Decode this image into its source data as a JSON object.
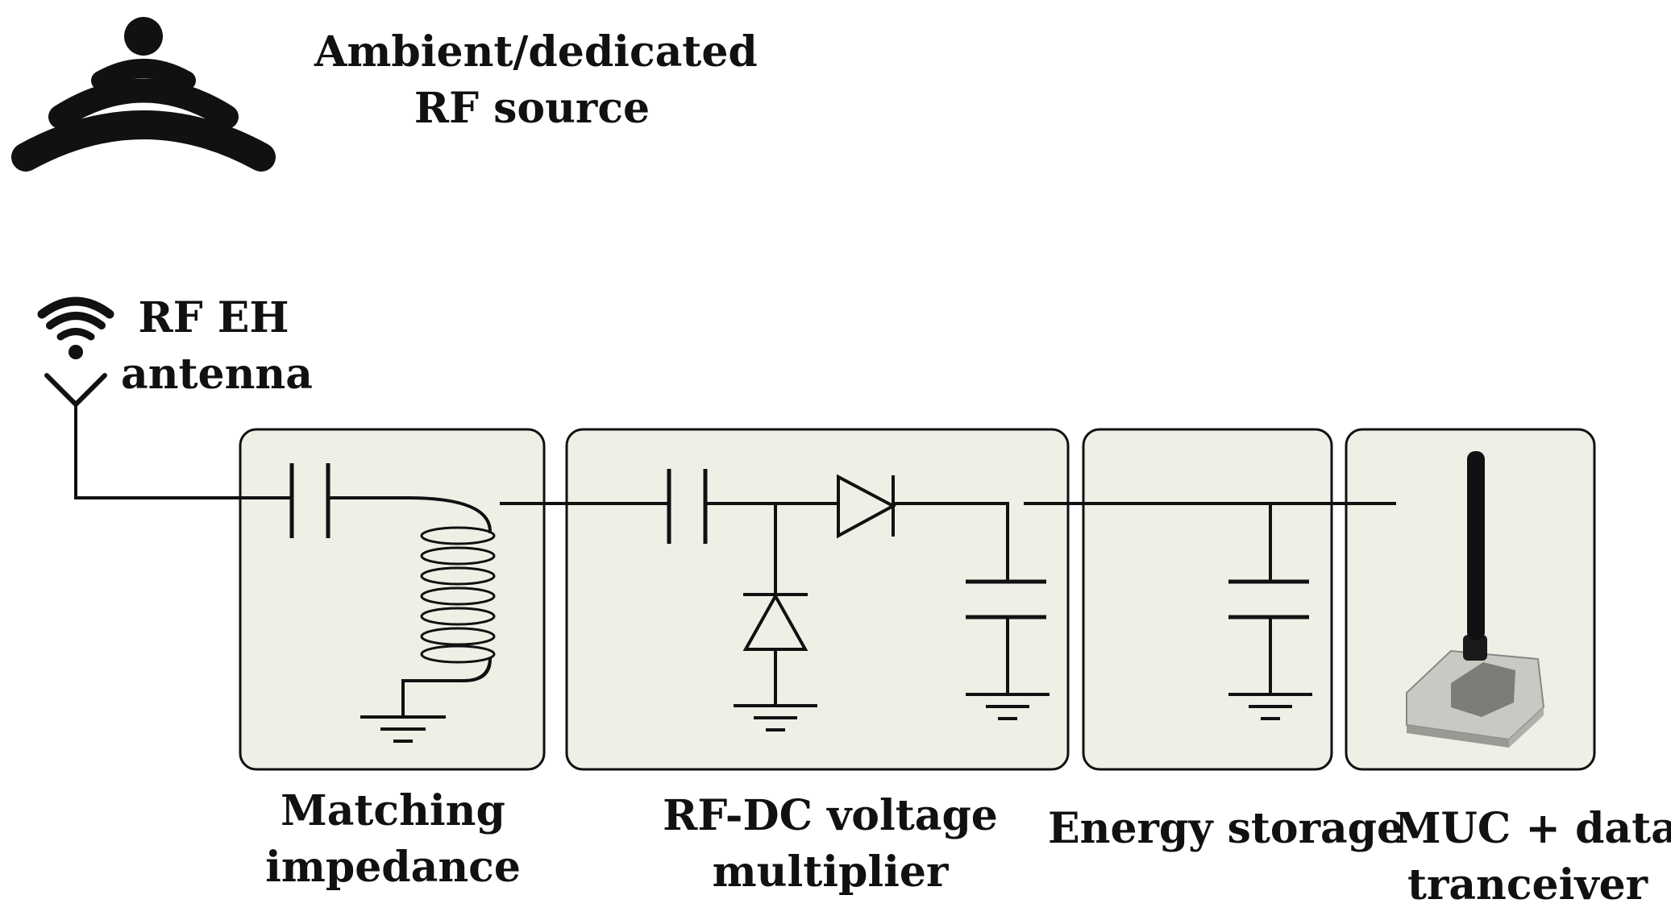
{
  "source": {
    "icon": "wifi-signal-icon",
    "label_line1": "Ambient/dedicated",
    "label_line2": "RF source"
  },
  "antenna": {
    "icon": "antenna-icon",
    "label_line1": "RF EH",
    "label_line2": "antenna"
  },
  "blocks": [
    {
      "id": "matching",
      "label_line1": "Matching",
      "label_line2": "impedance"
    },
    {
      "id": "rectifier",
      "label_line1": "RF-DC voltage",
      "label_line2": "multiplier"
    },
    {
      "id": "storage",
      "label_line1": "Energy storage",
      "label_line2": ""
    },
    {
      "id": "mcu",
      "label_line1": "MUC + data",
      "label_line2": "tranceiver"
    }
  ],
  "colors": {
    "block_fill": "#eef0e6",
    "line": "#111111",
    "text": "#111111"
  }
}
